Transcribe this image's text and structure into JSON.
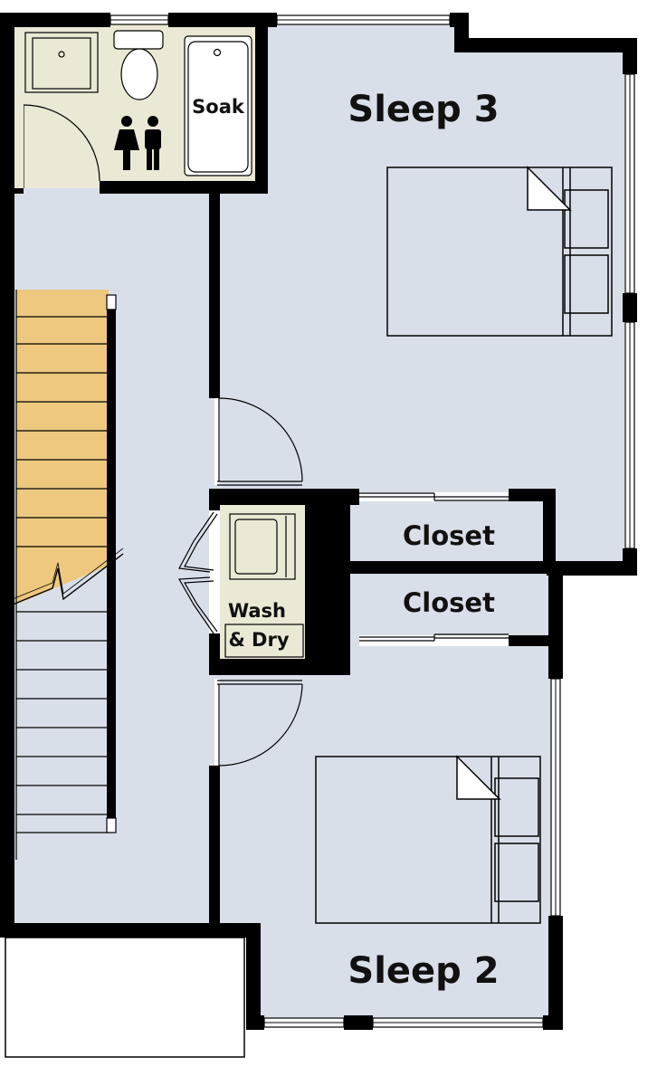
{
  "rooms": {
    "sleep3": "Sleep 3",
    "sleep2": "Sleep 2",
    "closet_upper": "Closet",
    "closet_lower": "Closet",
    "bath_tub": "Soak",
    "laundry_line1": "Wash",
    "laundry_line2": "& Dry"
  },
  "colors": {
    "floor": "#d9dfe9",
    "bath_floor": "#ebe8d5",
    "stairs": "#edc87e",
    "wall": "#000000",
    "fixture": "#ffffff"
  },
  "icons": {
    "restroom": "restroom-icon",
    "toilet": "toilet-icon",
    "sink": "sink-icon",
    "bathtub": "bathtub-icon",
    "washer_dryer": "washer-dryer-icon",
    "stairs_break": "stairs-break-icon"
  }
}
